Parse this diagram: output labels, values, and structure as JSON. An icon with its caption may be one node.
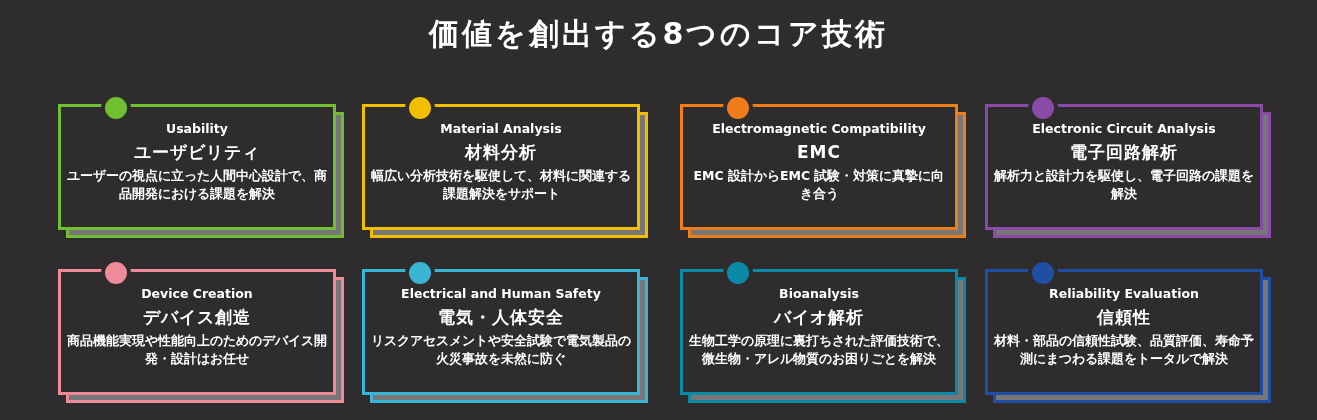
{
  "diagram": {
    "title": "価値を創出する8つのコア技術",
    "nodes": [
      {
        "text": [
          "Usability",
          "ユーザビリティ",
          "ユーザーの視点に立った人間中心設計で、商品開発における課題を解決"
        ]
      },
      {
        "text": [
          "Material Analysis",
          "材料分析",
          "幅広い分析技術を駆使して、材料に関連する課題解決をサポート"
        ]
      },
      {
        "text": [
          "Electromagnetic Compatibility",
          "EMC",
          "EMC 設計からEMC 試験・対策に真摯に向き合う"
        ]
      },
      {
        "text": [
          "Electronic Circuit Analysis",
          "電子回路解析",
          "解析力と設計力を駆使し、電子回路の課題を解決"
        ]
      },
      {
        "text": [
          "Device Creation",
          "デバイス創造",
          "商品機能実現や性能向上のためのデバイス開発・設計はお任せ"
        ]
      },
      {
        "text": [
          "Electrical and Human Safety",
          "電気・人体安全",
          "リスクアセスメントや安全試験で電気製品の火災事故を未然に防ぐ"
        ]
      },
      {
        "text": [
          "Bioanalysis",
          "バイオ解析",
          "生物工学の原理に裏打ちされた評価技術で、微生物・アレル物質のお困りごとを解決"
        ]
      },
      {
        "text": [
          "Reliability Evaluation",
          "信頼性",
          "材料・部品の信頼性試験、品質評価、寿命予測にまつわる課題をトータルで解決"
        ]
      }
    ]
  }
}
